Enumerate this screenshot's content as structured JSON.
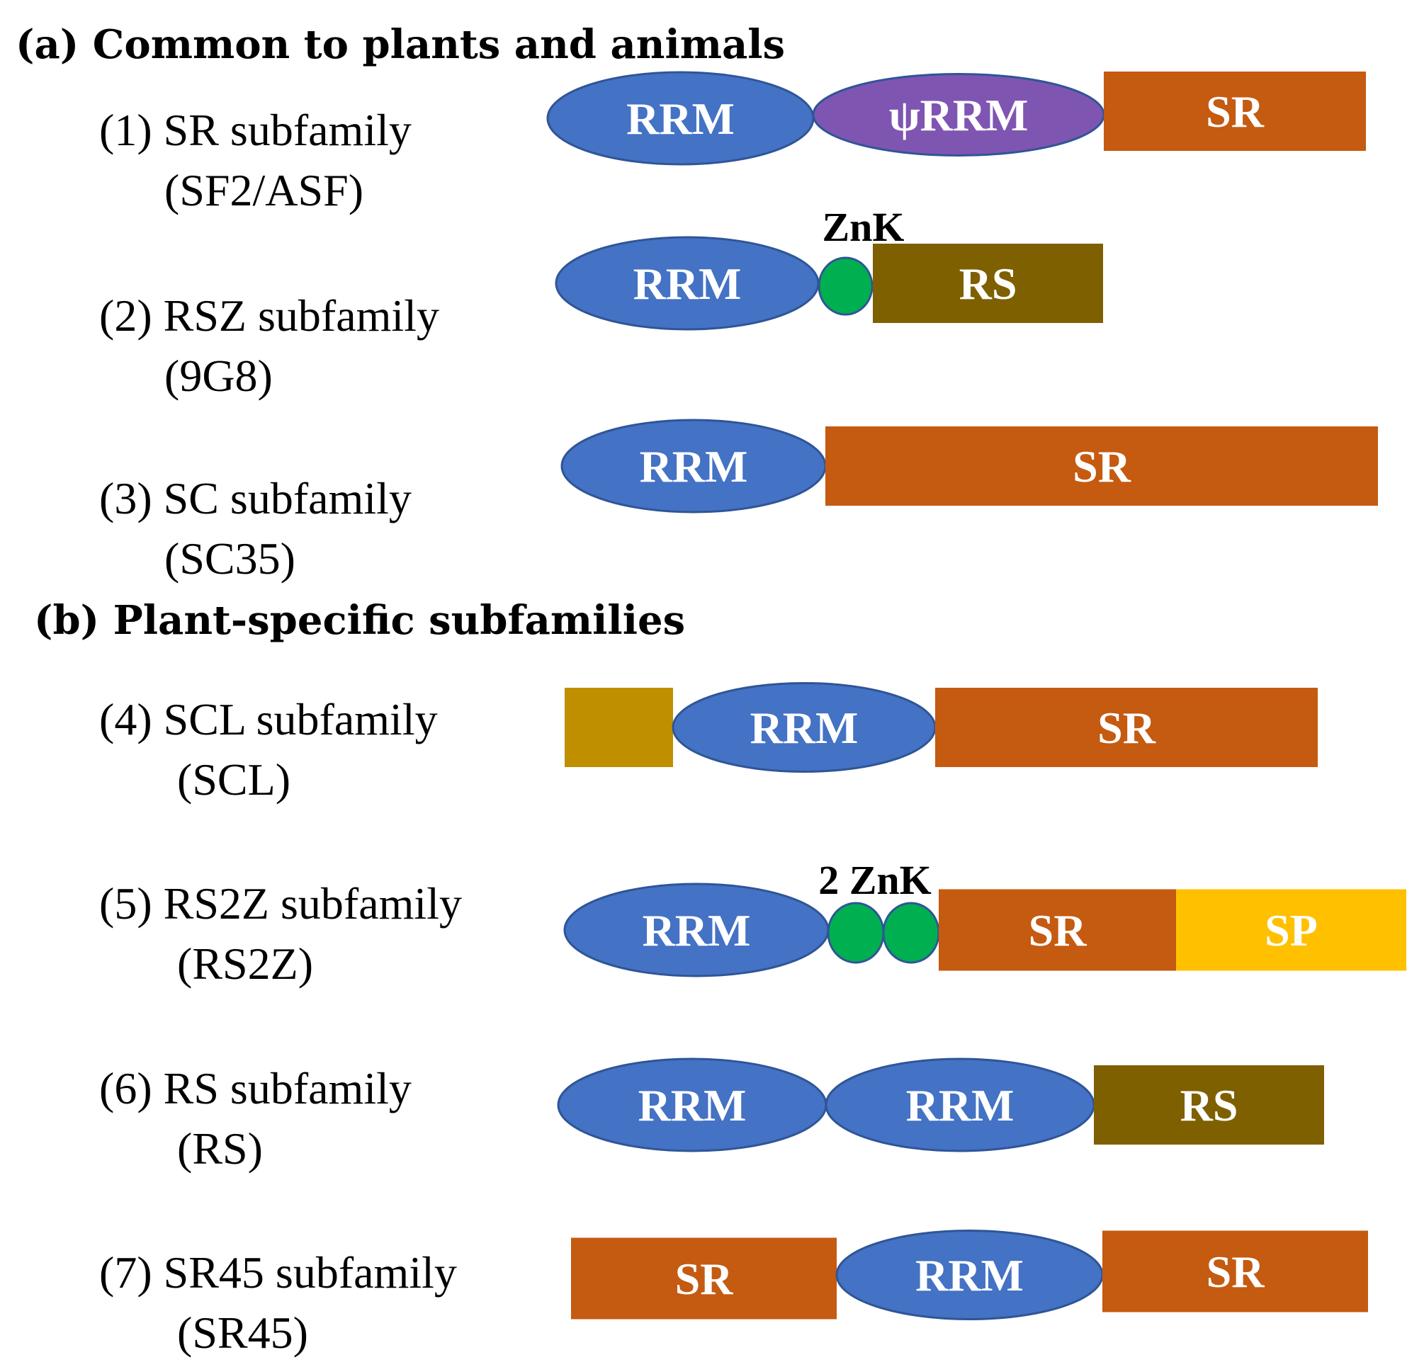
{
  "sections": {
    "a": "(a) Common to plants and animals",
    "b": "(b) Plant-specific subfamilies"
  },
  "colors": {
    "rrm": "#4472c4",
    "psi_rrm": "#7f55b2",
    "sr": "#c55a11",
    "rs": "#7f6000",
    "scl_box": "#bf8f00",
    "sp": "#ffc000",
    "znk": "#00b050",
    "outline": "#2f5597"
  },
  "rows": [
    {
      "id": "sr",
      "name": "(1) SR subfamily",
      "example": "(SF2/ASF)",
      "domains": [
        {
          "type": "rrm",
          "label": "RRM"
        },
        {
          "type": "psi_rrm",
          "label": "ψRRM"
        },
        {
          "type": "sr",
          "label": "SR"
        }
      ]
    },
    {
      "id": "rsz",
      "name": "(2) RSZ subfamily",
      "example": "(9G8)",
      "znk_label": "ZnK",
      "domains": [
        {
          "type": "rrm",
          "label": "RRM"
        },
        {
          "type": "znk",
          "label": ""
        },
        {
          "type": "rs",
          "label": "RS"
        }
      ]
    },
    {
      "id": "sc",
      "name": "(3) SC subfamily",
      "example": "(SC35)",
      "domains": [
        {
          "type": "rrm",
          "label": "RRM"
        },
        {
          "type": "sr",
          "label": "SR"
        }
      ]
    },
    {
      "id": "scl",
      "name": "(4) SCL subfamily",
      "example": "(SCL)",
      "domains": [
        {
          "type": "scl_box",
          "label": ""
        },
        {
          "type": "rrm",
          "label": "RRM"
        },
        {
          "type": "sr",
          "label": "SR"
        }
      ]
    },
    {
      "id": "rs2z",
      "name": "(5) RS2Z subfamily",
      "example": "(RS2Z)",
      "znk_label": "2 ZnK",
      "domains": [
        {
          "type": "rrm",
          "label": "RRM"
        },
        {
          "type": "znk",
          "label": ""
        },
        {
          "type": "znk",
          "label": ""
        },
        {
          "type": "sr",
          "label": "SR"
        },
        {
          "type": "sp",
          "label": "SP"
        }
      ]
    },
    {
      "id": "rs",
      "name": "(6) RS subfamily",
      "example": "(RS)",
      "domains": [
        {
          "type": "rrm",
          "label": "RRM"
        },
        {
          "type": "rrm",
          "label": "RRM"
        },
        {
          "type": "rs",
          "label": "RS"
        }
      ]
    },
    {
      "id": "sr45",
      "name": "(7) SR45 subfamily",
      "example": "(SR45)",
      "domains": [
        {
          "type": "sr",
          "label": "SR"
        },
        {
          "type": "rrm",
          "label": "RRM"
        },
        {
          "type": "sr",
          "label": "SR"
        }
      ]
    }
  ]
}
